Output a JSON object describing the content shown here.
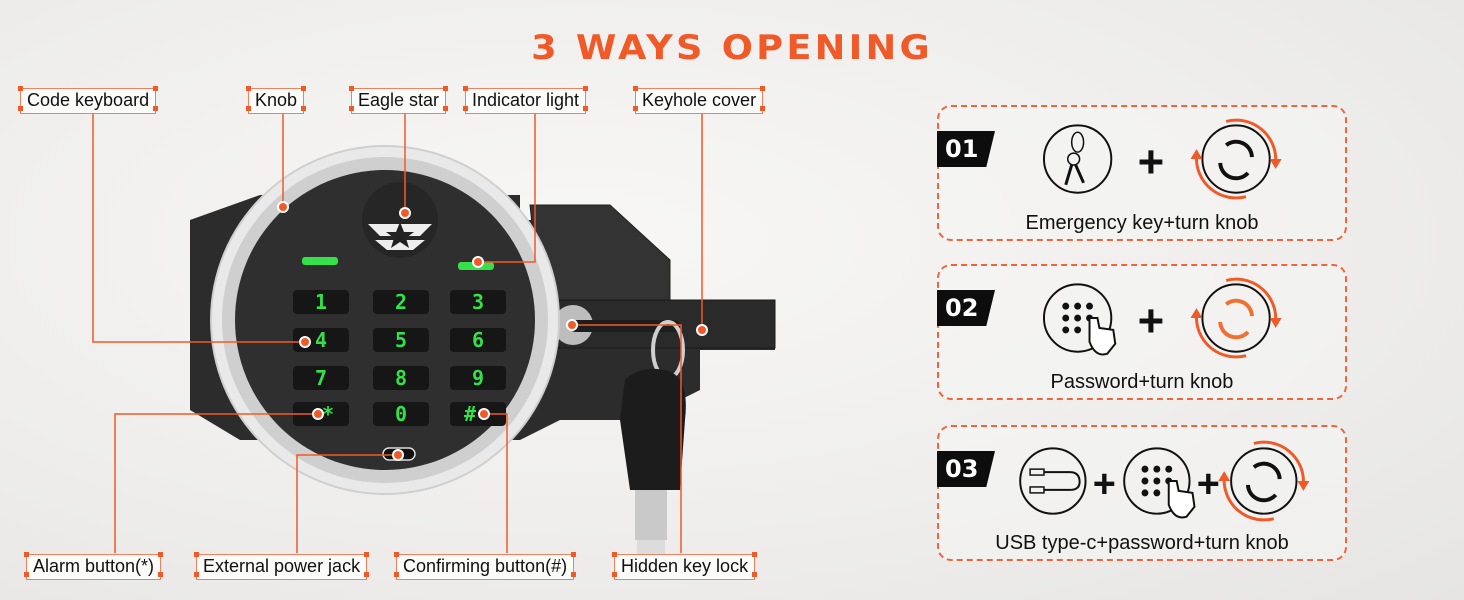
{
  "title": "3 WAYS OPENING",
  "labels": {
    "code_keyboard": "Code keyboard",
    "knob": "Knob",
    "eagle_star": "Eagle star",
    "indicator_light": "Indicator light",
    "keyhole_cover": "Keyhole cover",
    "alarm_button": "Alarm button(*)",
    "external_power_jack": "External power jack",
    "confirming_button": "Confirming button(#)",
    "hidden_key_lock": "Hidden key lock"
  },
  "keypad": {
    "keys": [
      "1",
      "2",
      "3",
      "4",
      "5",
      "6",
      "7",
      "8",
      "9",
      "*",
      "0",
      "#"
    ]
  },
  "methods": [
    {
      "number": "01",
      "caption": "Emergency key+turn knob",
      "icons": [
        "keys-icon",
        "turn-knob-icon"
      ]
    },
    {
      "number": "02",
      "caption": "Password+turn knob",
      "icons": [
        "keypad-touch-icon",
        "turn-knob-icon"
      ]
    },
    {
      "number": "03",
      "caption": "USB type-c+password+turn knob",
      "icons": [
        "usb-cable-icon",
        "keypad-touch-icon",
        "turn-knob-icon"
      ]
    }
  ],
  "colors": {
    "accent": "#f05a28",
    "keypad_green": "#35e04a",
    "lock_body": "#2b2b2b"
  }
}
